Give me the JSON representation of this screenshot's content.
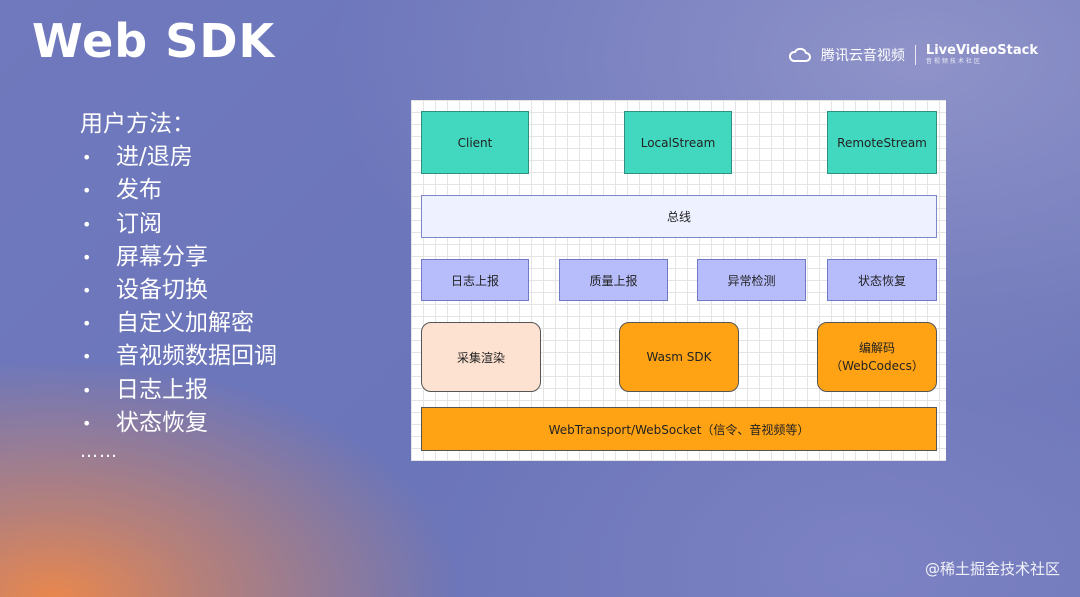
{
  "title": "Web SDK",
  "logos": {
    "tencent": "腾讯云音视频",
    "livevideostack": "LiveVideoStack",
    "livevideostack_sub": "音视频技术社区"
  },
  "left": {
    "heading": "用户方法：",
    "items": [
      "进/退房",
      "发布",
      "订阅",
      "屏幕分享",
      "设备切换",
      "自定义加解密",
      "音视频数据回调",
      "日志上报",
      "状态恢复"
    ],
    "ellipsis": "……"
  },
  "diagram": {
    "top_row": [
      "Client",
      "LocalStream",
      "RemoteStream"
    ],
    "bus": "总线",
    "modules": [
      "日志上报",
      "质量上报",
      "异常检测",
      "状态恢复"
    ],
    "core": [
      "采集渲染",
      "Wasm SDK",
      "编解码",
      "（WebCodecs）"
    ],
    "transport": "WebTransport/WebSocket（信令、音视频等）"
  },
  "watermark": "@稀土掘金技术社区"
}
